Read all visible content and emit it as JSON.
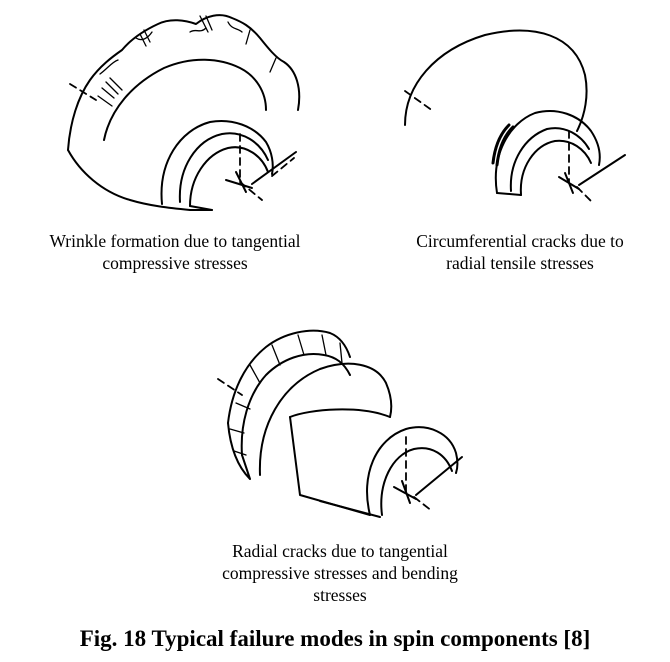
{
  "figure": {
    "panels": [
      {
        "id": "wrinkle",
        "caption_lines": [
          "Wrinkle formation due to tangential",
          "compressive stresses"
        ]
      },
      {
        "id": "circumferential",
        "caption_lines": [
          "Circumferential cracks due to",
          "radial tensile stresses"
        ]
      },
      {
        "id": "radial",
        "caption_lines": [
          "Radial cracks due to tangential",
          "compressive stresses and bending",
          "stresses"
        ]
      }
    ],
    "title": "Fig. 18 Typical failure modes in spin components [8]"
  }
}
